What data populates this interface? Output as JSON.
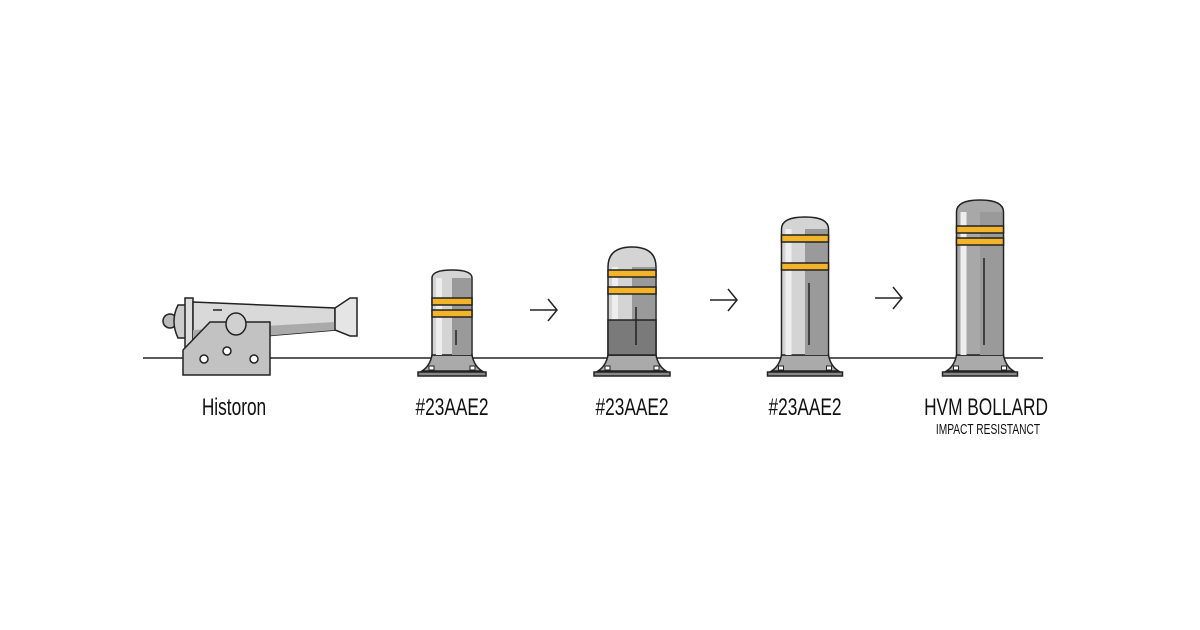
{
  "items": [
    {
      "label": "Historon",
      "kind": "cannon"
    },
    {
      "label": "#23AAE2",
      "kind": "bollard"
    },
    {
      "label": "#23AAE2",
      "kind": "bollard"
    },
    {
      "label": "#23AAE2",
      "kind": "bollard"
    },
    {
      "label": "HVM BOLLARD",
      "sublabel": "IMPACT RESISTANCT",
      "kind": "bollard"
    }
  ],
  "arrow_icon": "right-arrow-icon",
  "colors": {
    "stripe": "#F2B52A",
    "steel": "#BDBDBD",
    "outline": "#222222"
  }
}
